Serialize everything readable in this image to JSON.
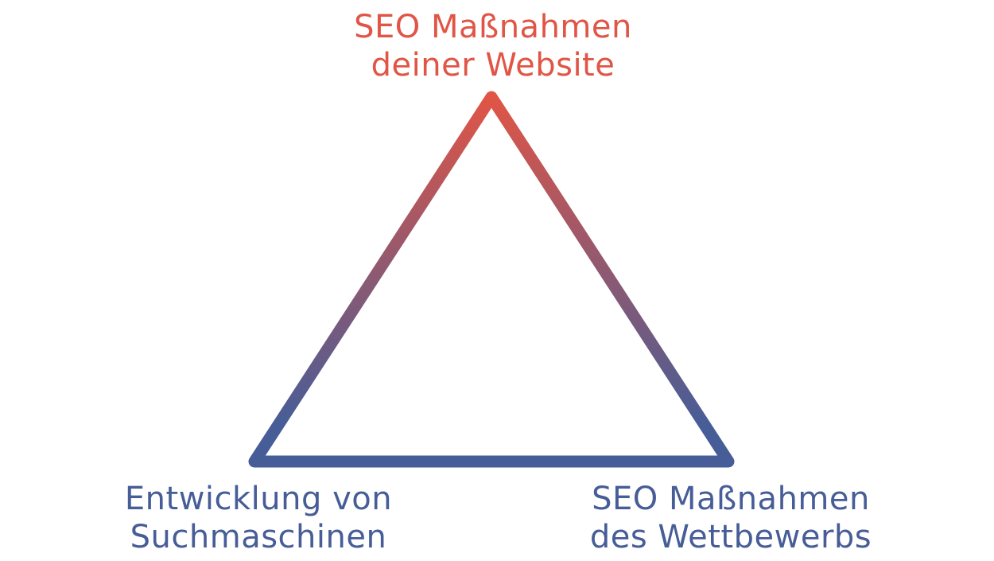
{
  "colors": {
    "top": "#E05546",
    "bottom": "#475D97"
  },
  "vertices": {
    "top": {
      "line1": "SEO Maßnahmen",
      "line2": "deiner Website"
    },
    "left": {
      "line1": "Entwicklung von",
      "line2": "Suchmaschinen"
    },
    "right": {
      "line1": "SEO Maßnahmen",
      "line2": "des Wettbewerbs"
    }
  }
}
